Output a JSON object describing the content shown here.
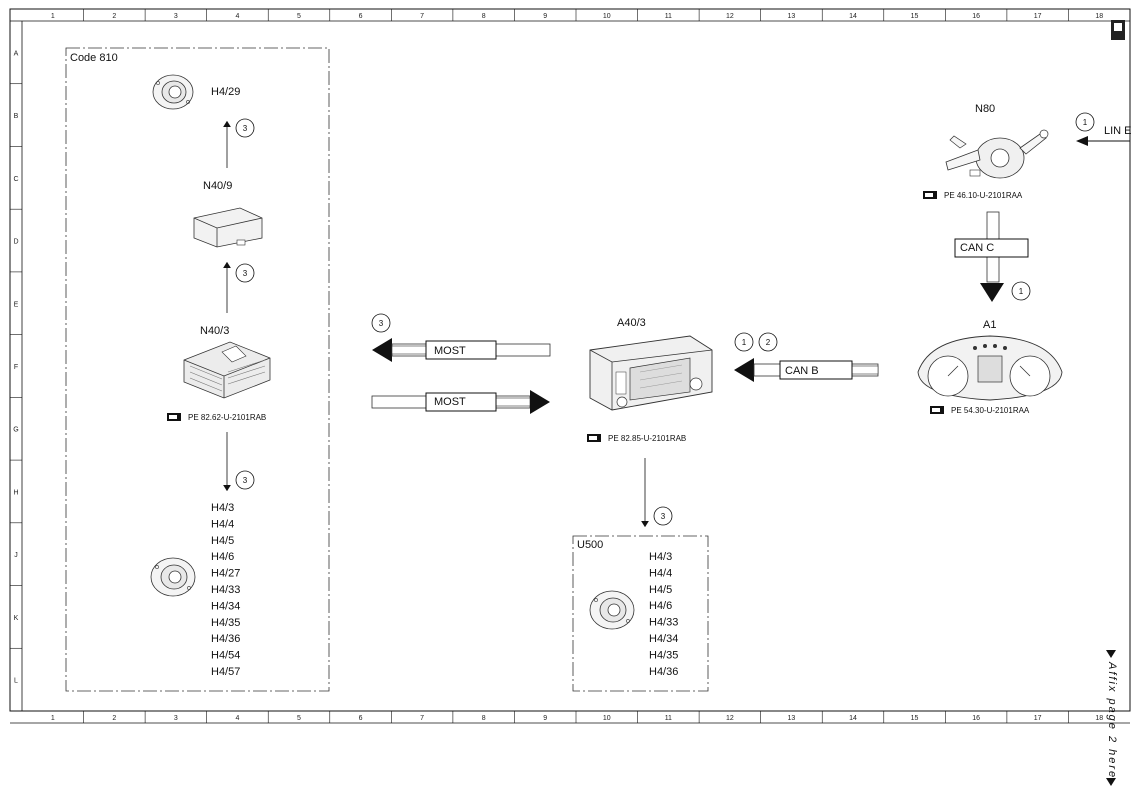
{
  "grid": {
    "columns": [
      "1",
      "2",
      "3",
      "4",
      "5",
      "6",
      "7",
      "8",
      "9",
      "10",
      "11",
      "12",
      "13",
      "14",
      "15",
      "16",
      "17",
      "18"
    ],
    "rows": [
      "A",
      "B",
      "C",
      "D",
      "E",
      "F",
      "G",
      "H",
      "J",
      "K",
      "L"
    ]
  },
  "left_group": {
    "title": "Code 810",
    "h4_29": "H4/29",
    "n40_9": "N40/9",
    "n40_3": "N40/3",
    "n40_3_ref": "PE 82.62-U-2101RAB",
    "speakers": [
      "H4/3",
      "H4/4",
      "H4/5",
      "H4/6",
      "H4/27",
      "H4/33",
      "H4/34",
      "H4/35",
      "H4/36",
      "H4/54",
      "H4/57"
    ],
    "circle": "3"
  },
  "center": {
    "a40_3": "A40/3",
    "a40_3_ref": "PE 82.85-U-2101RAB",
    "most_out": "MOST",
    "most_in": "MOST",
    "circle_most": "3",
    "circle_down": "3",
    "can_b": "CAN B",
    "circle_1": "1",
    "circle_2": "2"
  },
  "u500_group": {
    "title": "U500",
    "speakers": [
      "H4/3",
      "H4/4",
      "H4/5",
      "H4/6",
      "H4/33",
      "H4/34",
      "H4/35",
      "H4/36"
    ]
  },
  "right": {
    "n80": "N80",
    "n80_ref": "PE 46.10-U-2101RAA",
    "lin": "LIN E",
    "circle_lin": "1",
    "can_c": "CAN C",
    "circle_can_c": "1",
    "a1": "A1",
    "a1_ref": "PE 54.30-U-2101RAA"
  },
  "affix": "Affix page 2 here"
}
